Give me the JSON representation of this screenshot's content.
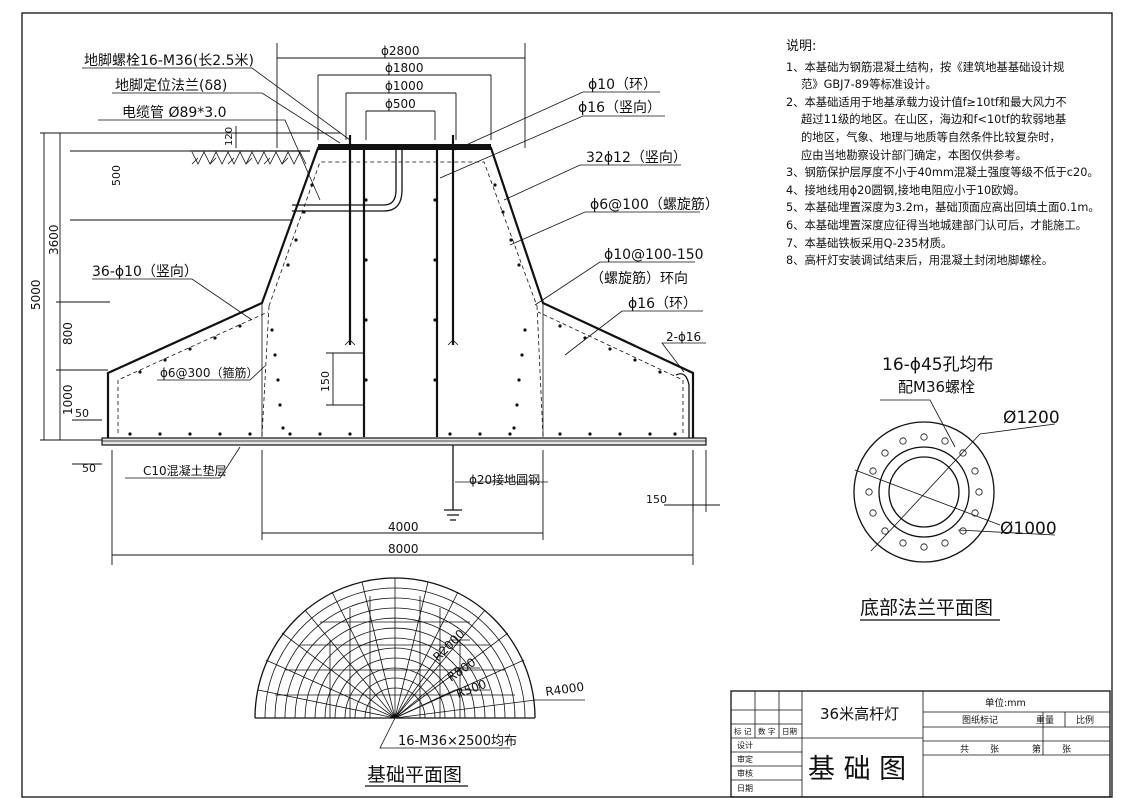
{
  "callouts": {
    "anchor_bolt": "地脚螺栓16-M36(长2.5米)",
    "flange": "地脚定位法兰(δ8)",
    "cable_pipe": "电缆管 Ø89*3.0",
    "ring_10": "ϕ10（环）",
    "vert_16": "ϕ16（竖向）",
    "vert_32_12": "32ϕ12（竖向）",
    "spiral_6_100": "ϕ6@100（螺旋筋）",
    "vert_36_10": "36-ϕ10（竖向）",
    "spiral_10": "ϕ10@100-150",
    "spiral_10b": "（螺旋筋）环向",
    "ring_16": "ϕ16（环）",
    "two_16": "2-ϕ16",
    "stirrup": "ϕ6@300（箍筋）",
    "pad": "C10混凝土垫层",
    "ground_rod": "ϕ20接地圆钢"
  },
  "dimensions": {
    "d2800": "ϕ2800",
    "d1800": "ϕ1800",
    "d1000": "ϕ1000",
    "d500": "ϕ500",
    "h120": "120",
    "h500": "500",
    "h3600": "3600",
    "h5000": "5000",
    "h800": "800",
    "h1000": "1000",
    "h150": "150",
    "m50a": "50",
    "m50b": "50",
    "m150": "150",
    "w4000": "4000",
    "w8000": "8000"
  },
  "notes": {
    "title": "说明:",
    "lines": [
      "1、本基础为钢筋混凝土结构，按《建筑地基基础设计规",
      "范》GBJ7-89等标准设计。",
      "2、本基础适用于地基承载力设计值f≥10tf和最大风力不",
      "超过11级的地区。在山区，海边和f<10tf的软弱地基",
      "的地区，气象、地理与地质等自然条件比较复杂时，",
      "应由当地勘察设计部门确定，本图仅供参考。",
      "3、钢筋保护层厚度不小于40mm混凝土强度等级不低于c20。",
      "4、接地线用ϕ20圆钢,接地电阻应小于10欧姆。",
      "5、本基础埋置深度为3.2m，基础顶面应高出回填土面0.1m。",
      "6、本基础埋置深度应征得当地城建部门认可后，才能施工。",
      "7、本基础铁板采用Q-235材质。",
      "8、高杆灯安装调试结束后，用混凝土封闭地脚螺栓。"
    ]
  },
  "flange_plan": {
    "holes_line1": "16-ϕ45孔均布",
    "holes_line2": "配M36螺栓",
    "d1200": "Ø1200",
    "d1000": "Ø1000",
    "caption": "底部法兰平面图"
  },
  "base_plan": {
    "r2000": "R2000",
    "r800": "R800",
    "r500": "R500",
    "r4000": "R4000",
    "bolts": "16-M36×2500均布",
    "caption": "基础平面图"
  },
  "title_block": {
    "project": "36米高杆灯",
    "unit": "单位:mm",
    "drawing_mark": "图纸标记",
    "weight": "重量",
    "scale": "比例",
    "mark": "标 记",
    "count": "数 字",
    "date_col": "日期",
    "design": "设计",
    "review": "审定",
    "check": "审核",
    "date": "日期",
    "drawing_name": "基 础 图",
    "total": "共",
    "sheets": "张",
    "sheet_no": "第",
    "sheet_no2": "张"
  }
}
